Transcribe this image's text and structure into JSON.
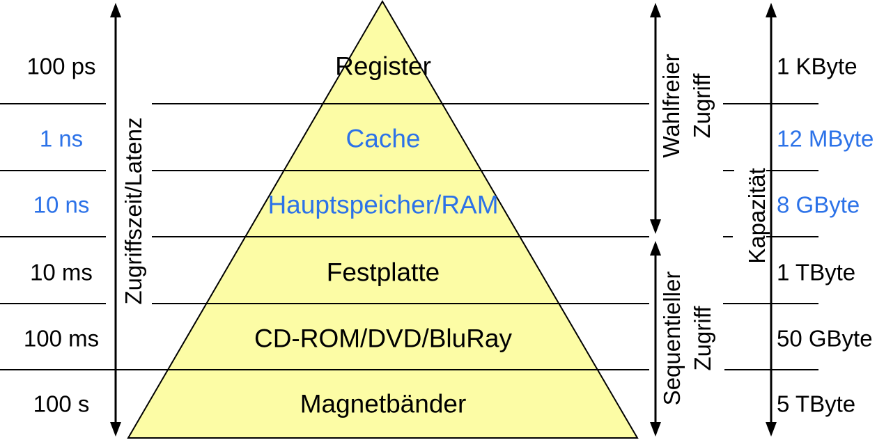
{
  "legend": {
    "left_axis_label": "Zugriffszeit/Latenz",
    "random_access_lines": [
      "Wahlfreier",
      "Zugriff"
    ],
    "sequential_access_lines": [
      "Sequentieller",
      "Zugriff"
    ],
    "capacity_axis_label": "Kapazität"
  },
  "rows": [
    {
      "level": "Register",
      "access_time": "100 ps",
      "capacity": "1 KByte",
      "emphasized": false
    },
    {
      "level": "Cache",
      "access_time": "1 ns",
      "capacity": "12 MByte",
      "emphasized": true
    },
    {
      "level": "Hauptspeicher/RAM",
      "access_time": "10 ns",
      "capacity": "8 GByte",
      "emphasized": true
    },
    {
      "level": "Festplatte",
      "access_time": "10 ms",
      "capacity": "1 TByte",
      "emphasized": false
    },
    {
      "level": "CD-ROM/DVD/BluRay",
      "access_time": "100 ms",
      "capacity": "50 GByte",
      "emphasized": false
    },
    {
      "level": "Magnetbänder",
      "access_time": "100 s",
      "capacity": "5 TByte",
      "emphasized": false
    }
  ],
  "colors": {
    "emphasis_blue": "#2C72E8",
    "pyramid_fill": "#FCFCA5",
    "line_black": "#000000"
  }
}
